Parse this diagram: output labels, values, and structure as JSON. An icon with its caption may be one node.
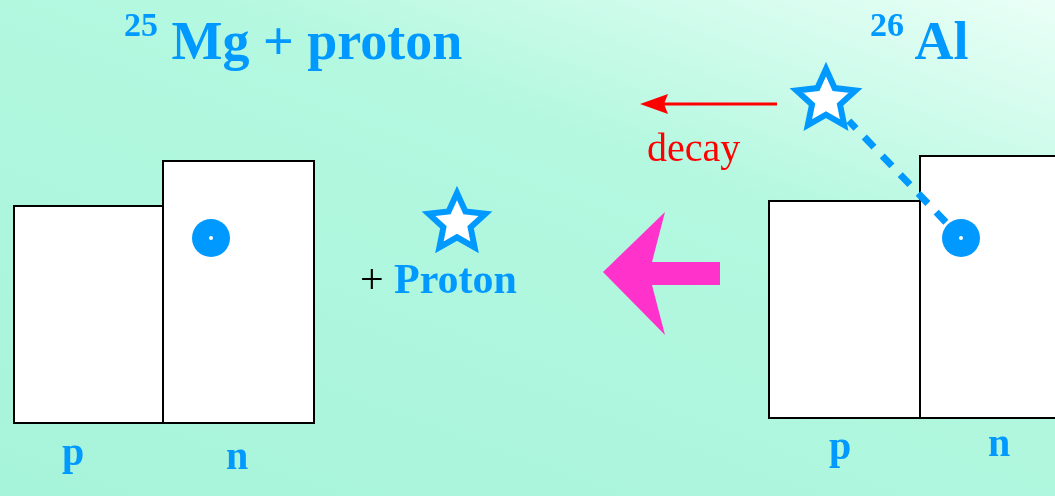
{
  "diagram": {
    "nodes": [
      {
        "text": [],
        "shape": "box",
        "beside": [
          "p"
        ]
      },
      {
        "text": [],
        "shape": "box",
        "beside": [
          "n"
        ]
      },
      {
        "text": [],
        "shape": "circle",
        "in": 1
      },
      {
        "text": [],
        "shape": "box",
        "beside": [
          "p"
        ]
      },
      {
        "text": [],
        "shape": "box",
        "beside": [
          "n"
        ]
      },
      {
        "text": [],
        "shape": "circle",
        "in": 4
      },
      {
        "text": [],
        "shape": "star"
      }
    ],
    "edges": [
      {
        "from": 5,
        "to": 6,
        "arrow": "none",
        "style": "dashed"
      }
    ],
    "labels": [
      "$^{25}$ Mg + proton",
      "$^{26}$ Al",
      "decay",
      "+",
      "Proton"
    ]
  }
}
